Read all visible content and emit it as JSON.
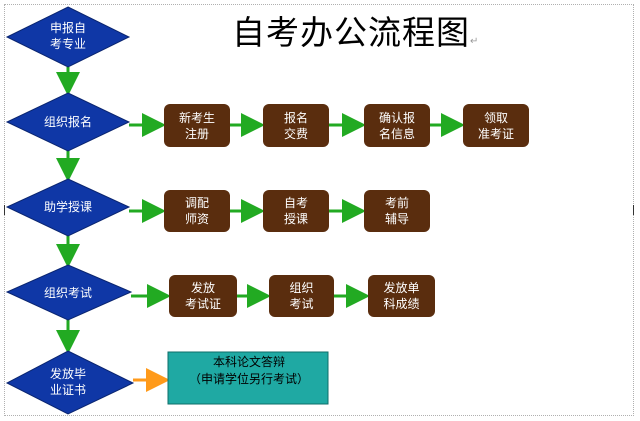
{
  "title": "自考办公流程图",
  "stages": [
    {
      "label": "申报自考专业"
    },
    {
      "label": "组织报名",
      "steps": [
        "新考生注册",
        "报名交费",
        "确认报名信息",
        "领取准考证"
      ]
    },
    {
      "label": "助学授课",
      "steps": [
        "调配师资",
        "自考授课",
        "考前辅导"
      ]
    },
    {
      "label": "组织考试",
      "steps": [
        "发放考试证",
        "组织考试",
        "发放单科成绩"
      ]
    },
    {
      "label": "发放毕业证书",
      "note": "本科论文答辩（申请学位另行考试）"
    }
  ],
  "display": {
    "d0a": "申报自",
    "d0b": "考专业",
    "d1": "组织报名",
    "d2": "助学授课",
    "d3": "组织考试",
    "d4a": "发放毕",
    "d4b": "业证书",
    "b1_0a": "新考生",
    "b1_0b": "注册",
    "b1_1a": "报名",
    "b1_1b": "交费",
    "b1_2a": "确认报",
    "b1_2b": "名信息",
    "b1_3a": "领取",
    "b1_3b": "准考证",
    "b2_0a": "调配",
    "b2_0b": "师资",
    "b2_1a": "自考",
    "b2_1b": "授课",
    "b2_2a": "考前",
    "b2_2b": "辅导",
    "b3_0a": "发放",
    "b3_0b": "考试证",
    "b3_1a": "组织",
    "b3_1b": "考试",
    "b3_2a": "发放单",
    "b3_2b": "科成绩",
    "note_a": "本科论文答辩",
    "note_b": "（申请学位另行考试）",
    "para_mark": "↵"
  },
  "colors": {
    "diamond": "#0f37a6",
    "step_box": "#5a2d0e",
    "note_box": "#1fa9a3",
    "arrow": "#22aa22",
    "note_arrow": "#ff9a1a"
  }
}
